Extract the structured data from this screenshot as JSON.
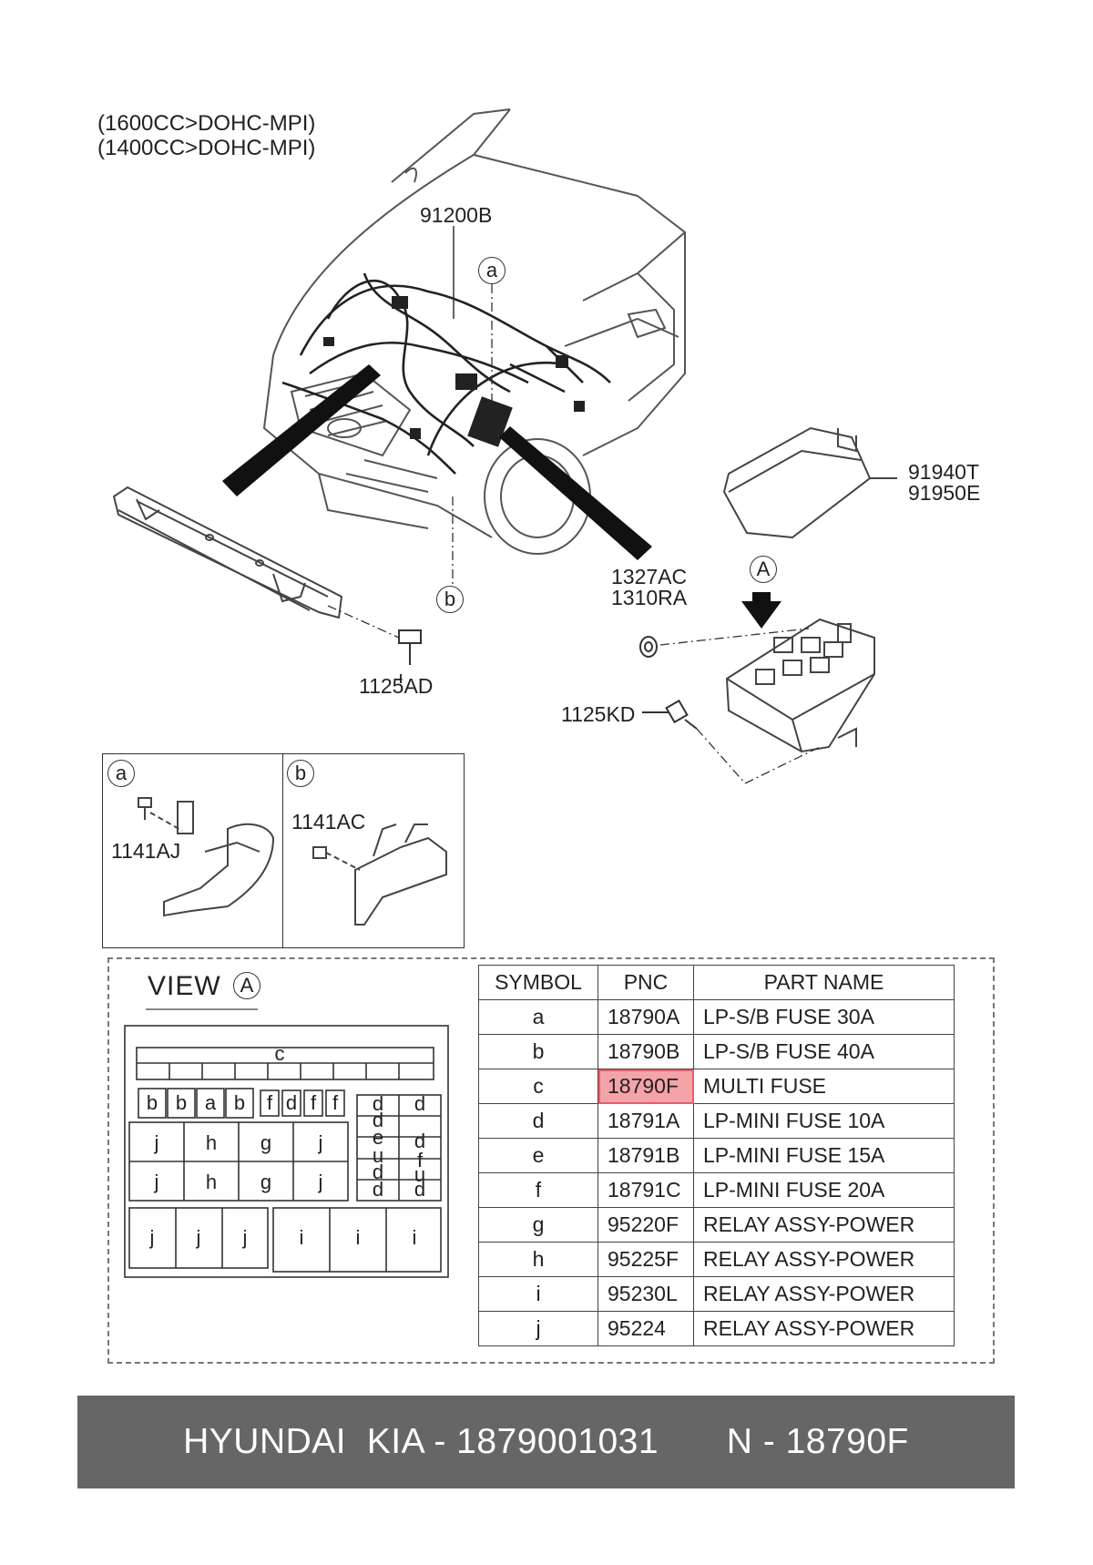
{
  "engines": [
    "(1600CC>DOHC-MPI)",
    "(1400CC>DOHC-MPI)"
  ],
  "callouts": {
    "harness": "91200B",
    "cover_1": "91940T",
    "cover_2": "91950E",
    "nut_1": "1327AC",
    "nut_2": "1310RA",
    "bolt_bracket": "1125AD",
    "bolt_box": "1125KD",
    "inset_a_bolt": "1141AJ",
    "inset_b_bolt": "1141AC"
  },
  "markers": {
    "a": "a",
    "b": "b",
    "view": "A"
  },
  "view_label": "VIEW",
  "fuse_box_letters": {
    "top": "c",
    "row1": [
      "b",
      "b",
      "a",
      "b",
      "f",
      "d",
      "f",
      "f"
    ],
    "right_col_left": [
      "d",
      "d",
      "e",
      "u",
      "d",
      "d"
    ],
    "right_col_right": [
      "d",
      "d",
      "f",
      "u",
      "d"
    ],
    "mid_row1": [
      "j",
      "h",
      "g",
      "j"
    ],
    "mid_row2": [
      "j",
      "h",
      "g",
      "j"
    ],
    "bottom": [
      "j",
      "j",
      "j",
      "i",
      "i",
      "i"
    ]
  },
  "table": {
    "headers": [
      "SYMBOL",
      "PNC",
      "PART NAME"
    ],
    "rows": [
      {
        "symbol": "a",
        "pnc": "18790A",
        "name": "LP-S/B FUSE 30A"
      },
      {
        "symbol": "b",
        "pnc": "18790B",
        "name": "LP-S/B FUSE 40A"
      },
      {
        "symbol": "c",
        "pnc": "18790F",
        "name": "MULTI FUSE"
      },
      {
        "symbol": "d",
        "pnc": "18791A",
        "name": "LP-MINI FUSE 10A"
      },
      {
        "symbol": "e",
        "pnc": "18791B",
        "name": "LP-MINI FUSE 15A"
      },
      {
        "symbol": "f",
        "pnc": "18791C",
        "name": "LP-MINI FUSE 20A"
      },
      {
        "symbol": "g",
        "pnc": "95220F",
        "name": "RELAY ASSY-POWER"
      },
      {
        "symbol": "h",
        "pnc": "95225F",
        "name": "RELAY ASSY-POWER"
      },
      {
        "symbol": "i",
        "pnc": "95230L",
        "name": "RELAY ASSY-POWER"
      },
      {
        "symbol": "j",
        "pnc": "95224",
        "name": "RELAY ASSY-POWER"
      }
    ],
    "highlight_color": "#f4a3a8"
  },
  "banner": {
    "brand": "HYUNDAI  KIA - 1879001031",
    "part": "N - 18790F",
    "background": "#666666"
  }
}
